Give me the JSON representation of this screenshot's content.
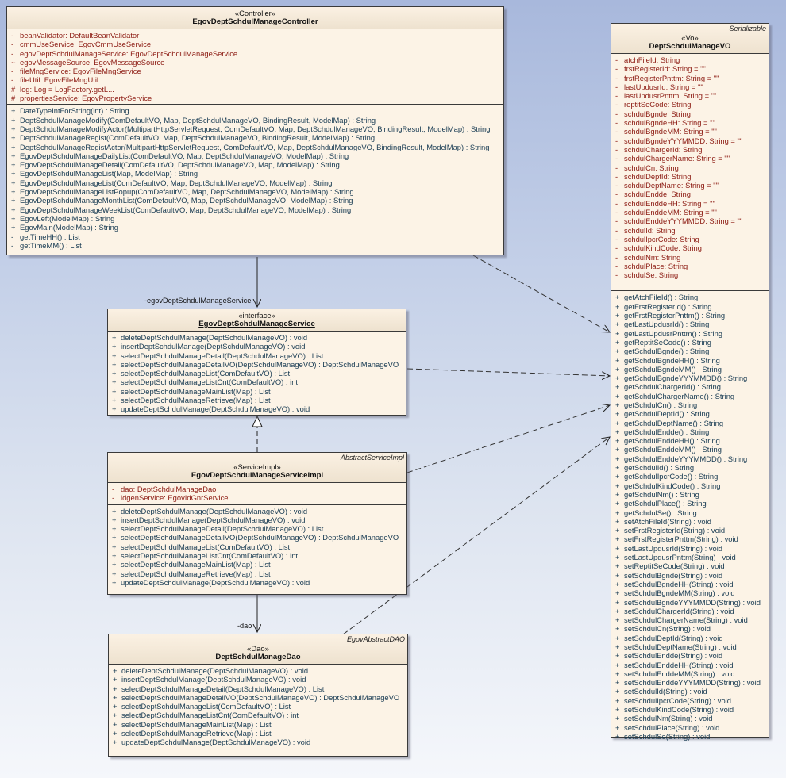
{
  "diagram": {
    "controller": {
      "stereotype": "«Controller»",
      "name": "EgovDeptSchdulManageController",
      "attributes": [
        {
          "vis": "-",
          "text": "beanValidator:  DefaultBeanValidator"
        },
        {
          "vis": "-",
          "text": "cmmUseService:  EgovCmmUseService"
        },
        {
          "vis": "-",
          "text": "egovDeptSchdulManageService:  EgovDeptSchdulManageService"
        },
        {
          "vis": "~",
          "text": "egovMessageSource:  EgovMessageSource"
        },
        {
          "vis": "-",
          "text": "fileMngService:  EgovFileMngService"
        },
        {
          "vis": "-",
          "text": "fileUtil:  EgovFileMngUtil"
        },
        {
          "vis": "#",
          "text": "log:  Log = LogFactory.getL..."
        },
        {
          "vis": "#",
          "text": "propertiesService:  EgovPropertyService"
        }
      ],
      "operations": [
        {
          "vis": "+",
          "text": "DateTypeIntForString(int) : String"
        },
        {
          "vis": "+",
          "text": "DeptSchdulManageModify(ComDefaultVO, Map, DeptSchdulManageVO, BindingResult, ModelMap) : String"
        },
        {
          "vis": "+",
          "text": "DeptSchdulManageModifyActor(MultipartHttpServletRequest, ComDefaultVO, Map, DeptSchdulManageVO, BindingResult, ModelMap) : String"
        },
        {
          "vis": "+",
          "text": "DeptSchdulManageRegist(ComDefaultVO, Map, DeptSchdulManageVO, BindingResult, ModelMap) : String"
        },
        {
          "vis": "+",
          "text": "DeptSchdulManageRegistActor(MultipartHttpServletRequest, ComDefaultVO, Map, DeptSchdulManageVO, BindingResult, ModelMap) : String"
        },
        {
          "vis": "+",
          "text": "EgovDeptSchdulManageDailyList(ComDefaultVO, Map, DeptSchdulManageVO, ModelMap) : String"
        },
        {
          "vis": "+",
          "text": "EgovDeptSchdulManageDetail(ComDefaultVO, DeptSchdulManageVO, Map, ModelMap) : String"
        },
        {
          "vis": "+",
          "text": "EgovDeptSchdulManageList(Map, ModelMap) : String"
        },
        {
          "vis": "+",
          "text": "EgovDeptSchdulManageList(ComDefaultVO, Map, DeptSchdulManageVO, ModelMap) : String"
        },
        {
          "vis": "+",
          "text": "EgovDeptSchdulManageListPopup(ComDefaultVO, Map, DeptSchdulManageVO, ModelMap) : String"
        },
        {
          "vis": "+",
          "text": "EgovDeptSchdulManageMonthList(ComDefaultVO, Map, DeptSchdulManageVO, ModelMap) : String"
        },
        {
          "vis": "+",
          "text": "EgovDeptSchdulManageWeekList(ComDefaultVO, Map, DeptSchdulManageVO, ModelMap) : String"
        },
        {
          "vis": "+",
          "text": "EgovLeft(ModelMap) : String"
        },
        {
          "vis": "+",
          "text": "EgovMain(ModelMap) : String"
        },
        {
          "vis": "-",
          "text": "getTimeHH() : List"
        },
        {
          "vis": "-",
          "text": "getTimeMM() : List"
        }
      ]
    },
    "service": {
      "stereotype": "«interface»",
      "name": "EgovDeptSchdulManageService",
      "operations": [
        {
          "vis": "+",
          "text": "deleteDeptSchdulManage(DeptSchdulManageVO) : void"
        },
        {
          "vis": "+",
          "text": "insertDeptSchdulManage(DeptSchdulManageVO) : void"
        },
        {
          "vis": "+",
          "text": "selectDeptSchdulManageDetail(DeptSchdulManageVO) : List"
        },
        {
          "vis": "+",
          "text": "selectDeptSchdulManageDetailVO(DeptSchdulManageVO) : DeptSchdulManageVO"
        },
        {
          "vis": "+",
          "text": "selectDeptSchdulManageList(ComDefaultVO) : List"
        },
        {
          "vis": "+",
          "text": "selectDeptSchdulManageListCnt(ComDefaultVO) : int"
        },
        {
          "vis": "+",
          "text": "selectDeptSchdulManageMainList(Map) : List"
        },
        {
          "vis": "+",
          "text": "selectDeptSchdulManageRetrieve(Map) : List"
        },
        {
          "vis": "+",
          "text": "updateDeptSchdulManage(DeptSchdulManageVO) : void"
        }
      ]
    },
    "service_impl": {
      "parent": "AbstractServiceImpl",
      "stereotype": "«ServiceImpl»",
      "name": "EgovDeptSchdulManageServiceImpl",
      "attributes": [
        {
          "vis": "-",
          "text": "dao:  DeptSchdulManageDao"
        },
        {
          "vis": "-",
          "text": "idgenService:  EgovIdGnrService"
        }
      ],
      "operations": [
        {
          "vis": "+",
          "text": "deleteDeptSchdulManage(DeptSchdulManageVO) : void"
        },
        {
          "vis": "+",
          "text": "insertDeptSchdulManage(DeptSchdulManageVO) : void"
        },
        {
          "vis": "+",
          "text": "selectDeptSchdulManageDetail(DeptSchdulManageVO) : List"
        },
        {
          "vis": "+",
          "text": "selectDeptSchdulManageDetailVO(DeptSchdulManageVO) : DeptSchdulManageVO"
        },
        {
          "vis": "+",
          "text": "selectDeptSchdulManageList(ComDefaultVO) : List"
        },
        {
          "vis": "+",
          "text": "selectDeptSchdulManageListCnt(ComDefaultVO) : int"
        },
        {
          "vis": "+",
          "text": "selectDeptSchdulManageMainList(Map) : List"
        },
        {
          "vis": "+",
          "text": "selectDeptSchdulManageRetrieve(Map) : List"
        },
        {
          "vis": "+",
          "text": "updateDeptSchdulManage(DeptSchdulManageVO) : void"
        }
      ]
    },
    "dao": {
      "parent": "EgovAbstractDAO",
      "stereotype": "«Dao»",
      "name": "DeptSchdulManageDao",
      "operations": [
        {
          "vis": "+",
          "text": "deleteDeptSchdulManage(DeptSchdulManageVO) : void"
        },
        {
          "vis": "+",
          "text": "insertDeptSchdulManage(DeptSchdulManageVO) : void"
        },
        {
          "vis": "+",
          "text": "selectDeptSchdulManageDetail(DeptSchdulManageVO) : List"
        },
        {
          "vis": "+",
          "text": "selectDeptSchdulManageDetailVO(DeptSchdulManageVO) : DeptSchdulManageVO"
        },
        {
          "vis": "+",
          "text": "selectDeptSchdulManageList(ComDefaultVO) : List"
        },
        {
          "vis": "+",
          "text": "selectDeptSchdulManageListCnt(ComDefaultVO) : int"
        },
        {
          "vis": "+",
          "text": "selectDeptSchdulManageMainList(Map) : List"
        },
        {
          "vis": "+",
          "text": "selectDeptSchdulManageRetrieve(Map) : List"
        },
        {
          "vis": "+",
          "text": "updateDeptSchdulManage(DeptSchdulManageVO) : void"
        }
      ]
    },
    "vo": {
      "parent": "Serializable",
      "stereotype": "«Vo»",
      "name": "DeptSchdulManageVO",
      "attributes": [
        {
          "vis": "-",
          "text": "atchFileId:  String"
        },
        {
          "vis": "-",
          "text": "frstRegisterId:  String = \"\""
        },
        {
          "vis": "-",
          "text": "frstRegisterPnttm:  String = \"\""
        },
        {
          "vis": "-",
          "text": "lastUpdusrId:  String = \"\""
        },
        {
          "vis": "-",
          "text": "lastUpdusrPnttm:  String = \"\""
        },
        {
          "vis": "-",
          "text": "reptitSeCode:  String"
        },
        {
          "vis": "-",
          "text": "schdulBgnde:  String"
        },
        {
          "vis": "-",
          "text": "schdulBgndeHH:  String = \"\""
        },
        {
          "vis": "-",
          "text": "schdulBgndeMM:  String = \"\""
        },
        {
          "vis": "-",
          "text": "schdulBgndeYYYMMDD:  String = \"\""
        },
        {
          "vis": "-",
          "text": "schdulChargerId:  String"
        },
        {
          "vis": "-",
          "text": "schdulChargerName:  String = \"\""
        },
        {
          "vis": "-",
          "text": "schdulCn:  String"
        },
        {
          "vis": "-",
          "text": "schdulDeptId:  String"
        },
        {
          "vis": "-",
          "text": "schdulDeptName:  String = \"\""
        },
        {
          "vis": "-",
          "text": "schdulEndde:  String"
        },
        {
          "vis": "-",
          "text": "schdulEnddeHH:  String = \"\""
        },
        {
          "vis": "-",
          "text": "schdulEnddeMM:  String = \"\""
        },
        {
          "vis": "-",
          "text": "schdulEnddeYYYMMDD:  String = \"\""
        },
        {
          "vis": "-",
          "text": "schdulId:  String"
        },
        {
          "vis": "-",
          "text": "schdulIpcrCode:  String"
        },
        {
          "vis": "-",
          "text": "schdulKindCode:  String"
        },
        {
          "vis": "-",
          "text": "schdulNm:  String"
        },
        {
          "vis": "-",
          "text": "schdulPlace:  String"
        },
        {
          "vis": "-",
          "text": "schdulSe:  String"
        }
      ],
      "operations": [
        {
          "vis": "+",
          "text": "getAtchFileId() : String"
        },
        {
          "vis": "+",
          "text": "getFrstRegisterId() : String"
        },
        {
          "vis": "+",
          "text": "getFrstRegisterPnttm() : String"
        },
        {
          "vis": "+",
          "text": "getLastUpdusrId() : String"
        },
        {
          "vis": "+",
          "text": "getLastUpdusrPnttm() : String"
        },
        {
          "vis": "+",
          "text": "getReptitSeCode() : String"
        },
        {
          "vis": "+",
          "text": "getSchdulBgnde() : String"
        },
        {
          "vis": "+",
          "text": "getSchdulBgndeHH() : String"
        },
        {
          "vis": "+",
          "text": "getSchdulBgndeMM() : String"
        },
        {
          "vis": "+",
          "text": "getSchdulBgndeYYYMMDD() : String"
        },
        {
          "vis": "+",
          "text": "getSchdulChargerId() : String"
        },
        {
          "vis": "+",
          "text": "getSchdulChargerName() : String"
        },
        {
          "vis": "+",
          "text": "getSchdulCn() : String"
        },
        {
          "vis": "+",
          "text": "getSchdulDeptId() : String"
        },
        {
          "vis": "+",
          "text": "getSchdulDeptName() : String"
        },
        {
          "vis": "+",
          "text": "getSchdulEndde() : String"
        },
        {
          "vis": "+",
          "text": "getSchdulEnddeHH() : String"
        },
        {
          "vis": "+",
          "text": "getSchdulEnddeMM() : String"
        },
        {
          "vis": "+",
          "text": "getSchdulEnddeYYYMMDD() : String"
        },
        {
          "vis": "+",
          "text": "getSchdulId() : String"
        },
        {
          "vis": "+",
          "text": "getSchdulIpcrCode() : String"
        },
        {
          "vis": "+",
          "text": "getSchdulKindCode() : String"
        },
        {
          "vis": "+",
          "text": "getSchdulNm() : String"
        },
        {
          "vis": "+",
          "text": "getSchdulPlace() : String"
        },
        {
          "vis": "+",
          "text": "getSchdulSe() : String"
        },
        {
          "vis": "+",
          "text": "setAtchFileId(String) : void"
        },
        {
          "vis": "+",
          "text": "setFrstRegisterId(String) : void"
        },
        {
          "vis": "+",
          "text": "setFrstRegisterPnttm(String) : void"
        },
        {
          "vis": "+",
          "text": "setLastUpdusrId(String) : void"
        },
        {
          "vis": "+",
          "text": "setLastUpdusrPnttm(String) : void"
        },
        {
          "vis": "+",
          "text": "setReptitSeCode(String) : void"
        },
        {
          "vis": "+",
          "text": "setSchdulBgnde(String) : void"
        },
        {
          "vis": "+",
          "text": "setSchdulBgndeHH(String) : void"
        },
        {
          "vis": "+",
          "text": "setSchdulBgndeMM(String) : void"
        },
        {
          "vis": "+",
          "text": "setSchdulBgndeYYYMMDD(String) : void"
        },
        {
          "vis": "+",
          "text": "setSchdulChargerId(String) : void"
        },
        {
          "vis": "+",
          "text": "setSchdulChargerName(String) : void"
        },
        {
          "vis": "+",
          "text": "setSchdulCn(String) : void"
        },
        {
          "vis": "+",
          "text": "setSchdulDeptId(String) : void"
        },
        {
          "vis": "+",
          "text": "setSchdulDeptName(String) : void"
        },
        {
          "vis": "+",
          "text": "setSchdulEndde(String) : void"
        },
        {
          "vis": "+",
          "text": "setSchdulEnddeHH(String) : void"
        },
        {
          "vis": "+",
          "text": "setSchdulEnddeMM(String) : void"
        },
        {
          "vis": "+",
          "text": "setSchdulEnddeYYYMMDD(String) : void"
        },
        {
          "vis": "+",
          "text": "setSchdulId(String) : void"
        },
        {
          "vis": "+",
          "text": "setSchdulIpcrCode(String) : void"
        },
        {
          "vis": "+",
          "text": "setSchdulKindCode(String) : void"
        },
        {
          "vis": "+",
          "text": "setSchdulNm(String) : void"
        },
        {
          "vis": "+",
          "text": "setSchdulPlace(String) : void"
        },
        {
          "vis": "+",
          "text": "setSchdulSe(String) : void"
        }
      ]
    },
    "connectors": {
      "service_role": "-egovDeptSchdulManageService",
      "dao_role": "-dao"
    },
    "colors": {
      "attribute_text": "#8c1a12",
      "operation_text": "#173a52",
      "class_fill": "#fcf3e6",
      "border": "#3a3a3a"
    }
  }
}
